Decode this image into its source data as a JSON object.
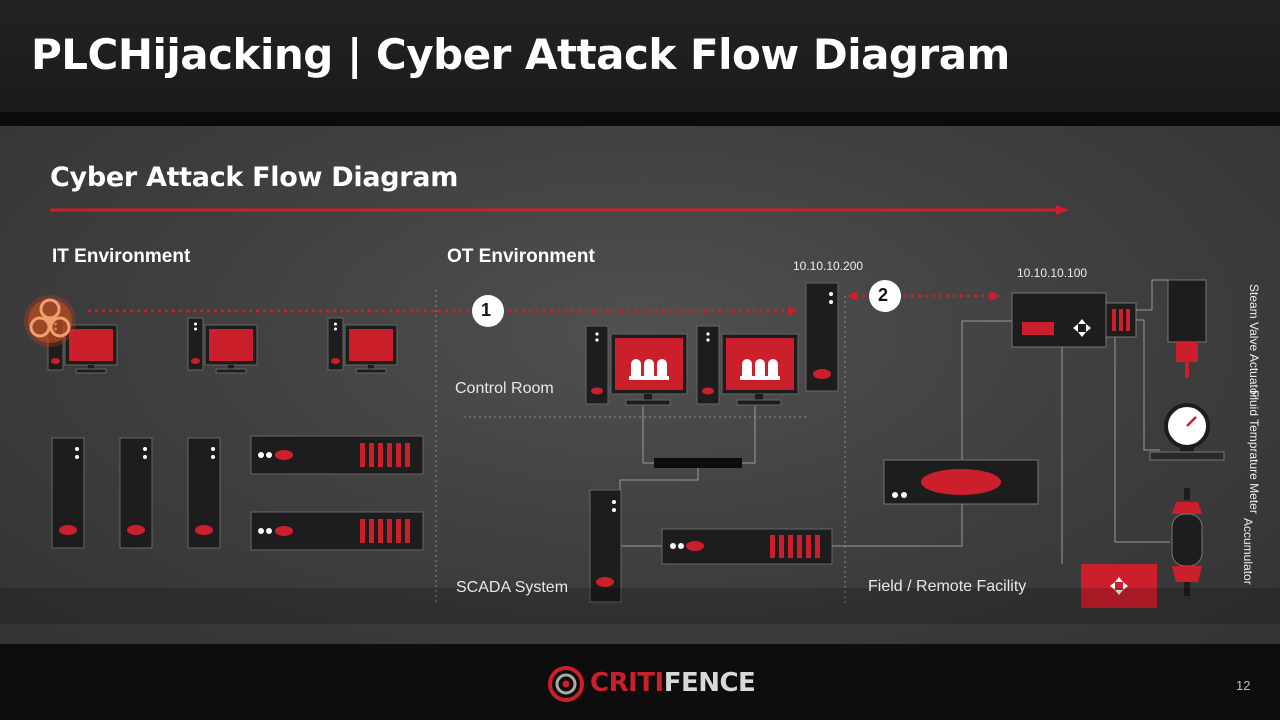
{
  "slide": {
    "title": "PLCHijacking | Cyber Attack Flow Diagram",
    "page_number": "12"
  },
  "diagram": {
    "heading": "Cyber Attack Flow Diagram",
    "it_environment": "IT Environment",
    "ot_environment": "OT Environment",
    "control_room": "Control Room",
    "scada_system": "SCADA System",
    "field_remote_facility": "Field / Remote Facility",
    "ip_server": "10.10.10.200",
    "ip_plc": "10.10.10.100",
    "step1": "1",
    "step2": "2",
    "steam_valve_actuator": "Steam Valve Actuator",
    "fluid_temperature_meter": "Fluid Temprature Meter",
    "accumulator": "Accumulator",
    "attack_icon": "biohazard-icon"
  },
  "brand": {
    "name_part1": "CRITI",
    "name_part2": "FENCE"
  },
  "colors": {
    "accent_red": "#cc1f2c",
    "device_body": "#1f1f1f",
    "panel_gray": "#474747"
  }
}
